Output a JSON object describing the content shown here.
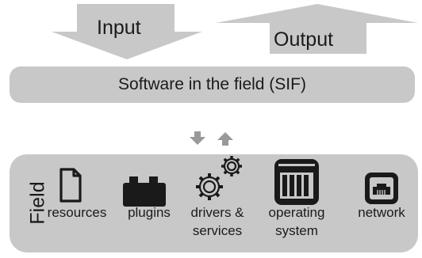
{
  "flow": {
    "input_label": "Input",
    "output_label": "Output"
  },
  "sif": {
    "label": "Software in the field (SIF)"
  },
  "field": {
    "title": "Field",
    "items": [
      {
        "label_lines": [
          "resources"
        ],
        "icon": "document-icon"
      },
      {
        "label_lines": [
          "plugins"
        ],
        "icon": "plugin-block-icon"
      },
      {
        "label_lines": [
          "drivers &",
          "services"
        ],
        "icon": "gears-icon"
      },
      {
        "label_lines": [
          "operating",
          "system"
        ],
        "icon": "server-icon"
      },
      {
        "label_lines": [
          "network"
        ],
        "icon": "ethernet-port-icon"
      }
    ]
  },
  "colors": {
    "box_fill": "#c8c8c8",
    "arrow_fill": "#c8c8c8",
    "small_arrow_fill": "#999999",
    "icon_fill": "#1a1a1a"
  }
}
